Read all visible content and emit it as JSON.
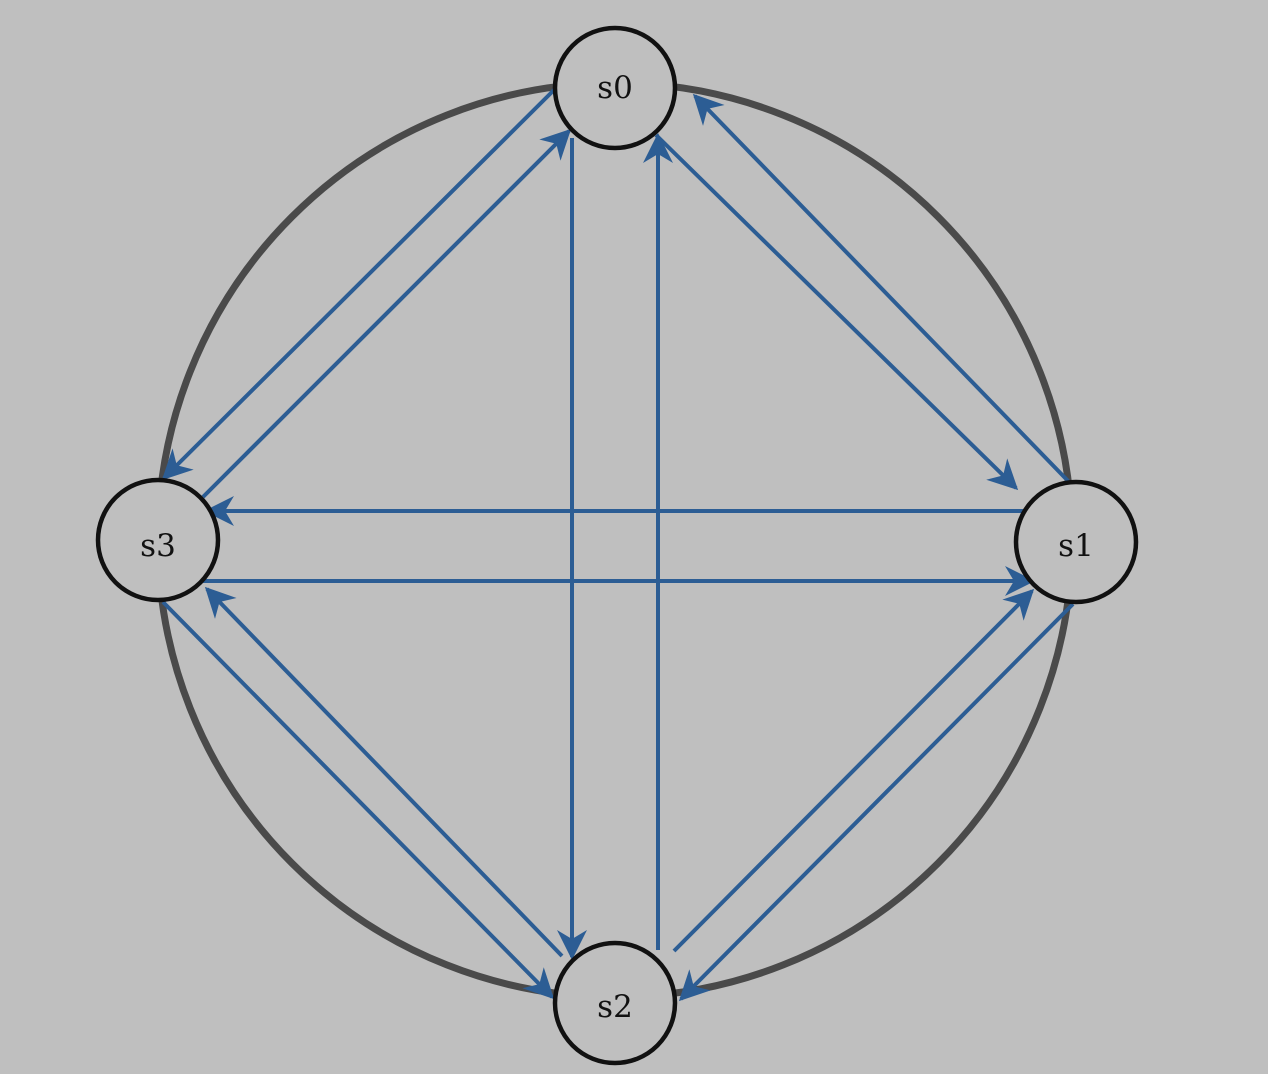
{
  "diagram": {
    "background_color": "#bfbfbf",
    "ring_color": "#4a4a4a",
    "node_fill": "#bfbfbf",
    "node_stroke": "#111111",
    "edge_color": "#2c5d94",
    "nodes": [
      {
        "id": "s0",
        "label": "s0"
      },
      {
        "id": "s1",
        "label": "s1"
      },
      {
        "id": "s2",
        "label": "s2"
      },
      {
        "id": "s3",
        "label": "s3"
      }
    ],
    "edges": [
      {
        "from": "s0",
        "to": "s1"
      },
      {
        "from": "s1",
        "to": "s0"
      },
      {
        "from": "s0",
        "to": "s2"
      },
      {
        "from": "s2",
        "to": "s0"
      },
      {
        "from": "s0",
        "to": "s3"
      },
      {
        "from": "s3",
        "to": "s0"
      },
      {
        "from": "s1",
        "to": "s2"
      },
      {
        "from": "s2",
        "to": "s1"
      },
      {
        "from": "s1",
        "to": "s3"
      },
      {
        "from": "s3",
        "to": "s1"
      },
      {
        "from": "s2",
        "to": "s3"
      },
      {
        "from": "s3",
        "to": "s2"
      }
    ]
  }
}
